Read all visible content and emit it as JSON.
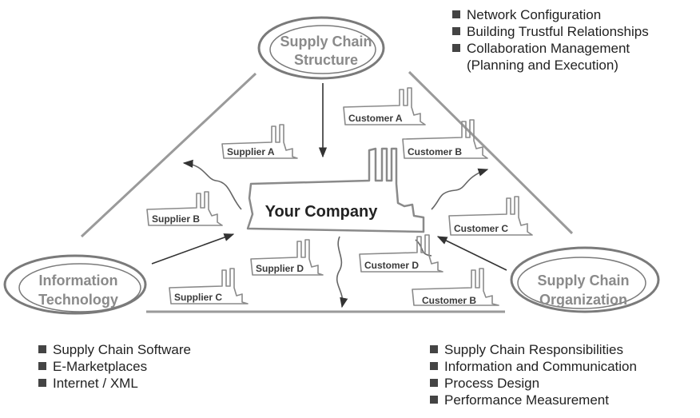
{
  "corners": {
    "structure": {
      "line1": "Supply Chain",
      "line2": "Structure"
    },
    "it": {
      "line1": "Information",
      "line2": "Technology"
    },
    "organization": {
      "line1": "Supply Chain",
      "line2": "Organization"
    }
  },
  "center": {
    "label": "Your Company"
  },
  "nodes": {
    "supplier_a": "Supplier A",
    "supplier_b": "Supplier B",
    "supplier_c": "Supplier C",
    "supplier_d": "Supplier D",
    "customer_a": "Customer A",
    "customer_b_top": "Customer B",
    "customer_c": "Customer C",
    "customer_d": "Customer D",
    "customer_b_bottom": "Customer B"
  },
  "lists": {
    "structure": [
      {
        "text": "Network Configuration"
      },
      {
        "text": "Building Trustful Relationships"
      },
      {
        "text": "Collaboration Management",
        "cont": "(Planning and Execution)"
      }
    ],
    "it": [
      {
        "text": "Supply Chain Software"
      },
      {
        "text": "E-Marketplaces"
      },
      {
        "text": "Internet / XML"
      }
    ],
    "organization": [
      {
        "text": "Supply Chain Responsibilities"
      },
      {
        "text": "Information and Communication"
      },
      {
        "text": "Process Design"
      },
      {
        "text": "Performance Measurement"
      }
    ]
  }
}
